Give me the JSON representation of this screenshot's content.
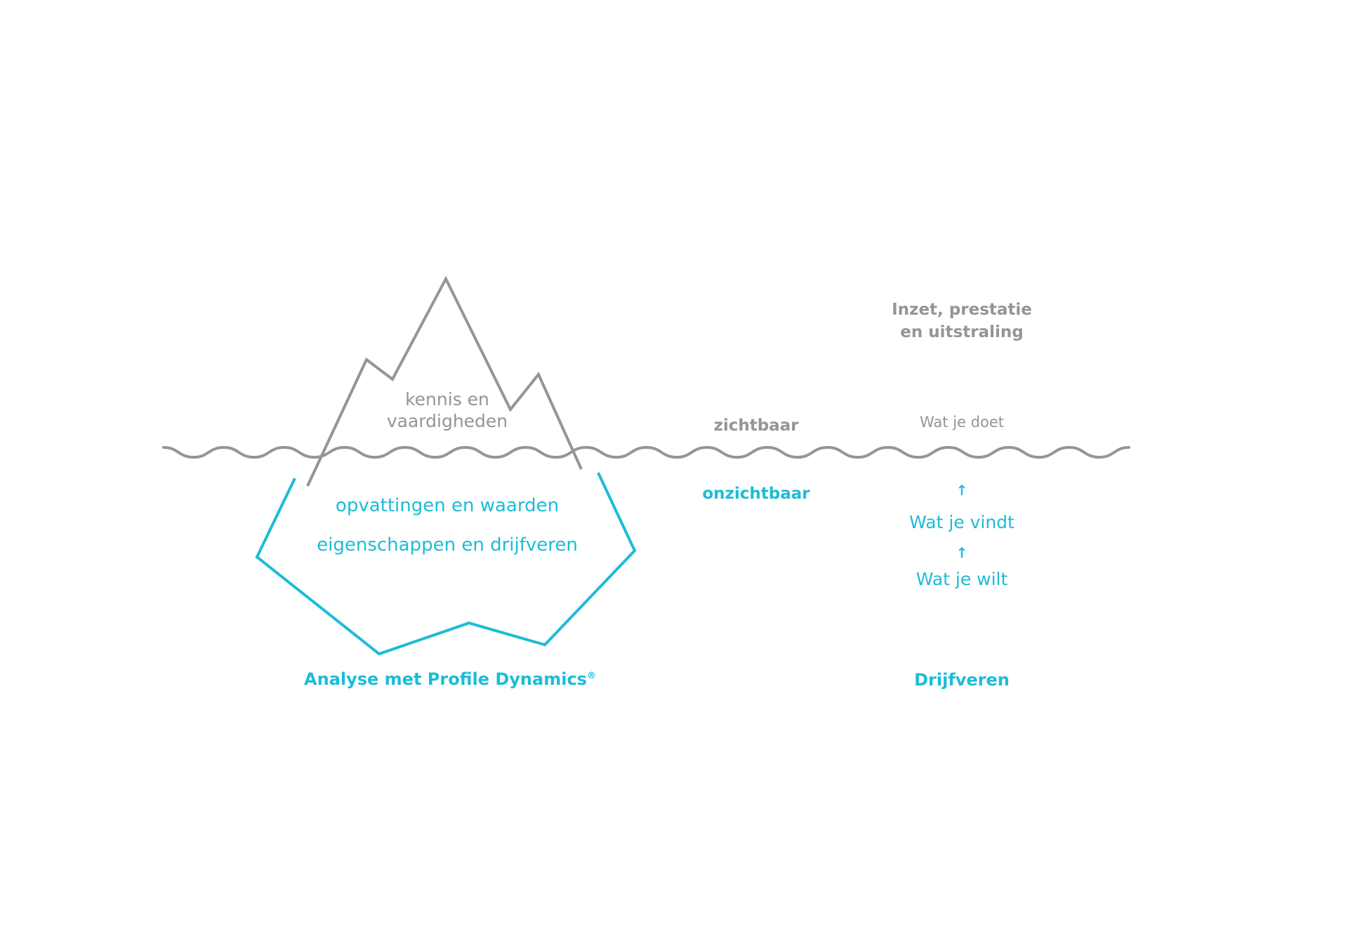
{
  "colors": {
    "visible": "#959595",
    "invisible": "#1dbcd6",
    "background": "#ffffff"
  },
  "iceberg": {
    "above_water": {
      "label_line1": "kennis en",
      "label_line2": "vaardigheden"
    },
    "below_water": {
      "label_line1": "opvattingen en waarden",
      "label_line2": "eigenschappen en drijfveren"
    },
    "caption": "Analyse met Profile Dynamics",
    "caption_mark": "®"
  },
  "levels": {
    "visible": "zichtbaar",
    "invisible": "onzichtbaar"
  },
  "right_column": {
    "heading_line1": "Inzet, prestatie",
    "heading_line2": "en uitstraling",
    "doet": "Wat je doet",
    "arrow1": "↑",
    "vindt": "Wat je vindt",
    "arrow2": "↑",
    "wilt": "Wat je wilt",
    "caption": "Drijfveren"
  }
}
